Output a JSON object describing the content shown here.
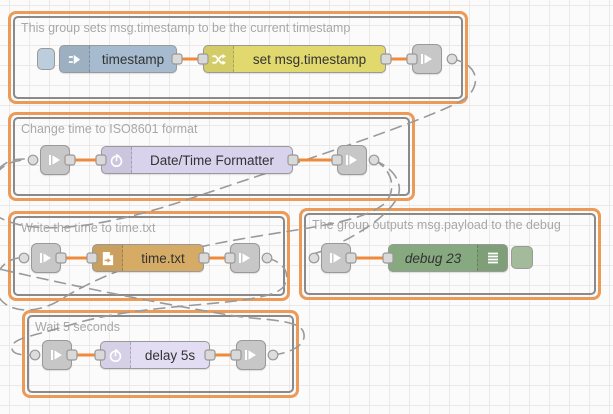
{
  "app": "node-red-flow-editor",
  "groups": [
    {
      "label": "This group sets msg.timestamp to be the current timestamp",
      "selected": true
    },
    {
      "label": "Change time to ISO8601 format",
      "selected": true
    },
    {
      "label": "Write the time to time.txt",
      "selected": true
    },
    {
      "label": "The group outputs msg.payload to the debug",
      "selected": true
    },
    {
      "label": "Wait 5 seconds",
      "selected": true
    }
  ],
  "nodes": {
    "inject": {
      "label": "timestamp",
      "type": "inject"
    },
    "change": {
      "label": "set msg.timestamp",
      "type": "change"
    },
    "formatter": {
      "label": "Date/Time Formatter",
      "type": "moment"
    },
    "file": {
      "label": "time.txt",
      "type": "file"
    },
    "debug": {
      "label": "debug 23",
      "type": "debug"
    },
    "delay": {
      "label": "delay 5s",
      "type": "delay"
    }
  },
  "icons": [
    "inject-icon",
    "shuffle-icon",
    "timer-icon",
    "file-icon",
    "list-icon",
    "link-icon"
  ],
  "colors": {
    "group_selected_border": "#ec9a57",
    "group_border": "#8a8a8a",
    "group_label": "#a8a8a8",
    "wire_selected": "#ef8a3b",
    "link_wire": "#9a9a9a",
    "node_border": "#999999",
    "inject_node": "#a6bbcf",
    "change_node": "#e2d96e",
    "formatter_node": "#d8d2ec",
    "file_node": "#d6ab66",
    "debug_node": "#87a980",
    "delay_node": "#e3ddf4",
    "link_node": "#c7c7c7",
    "port_fill": "#d9d9d9"
  }
}
